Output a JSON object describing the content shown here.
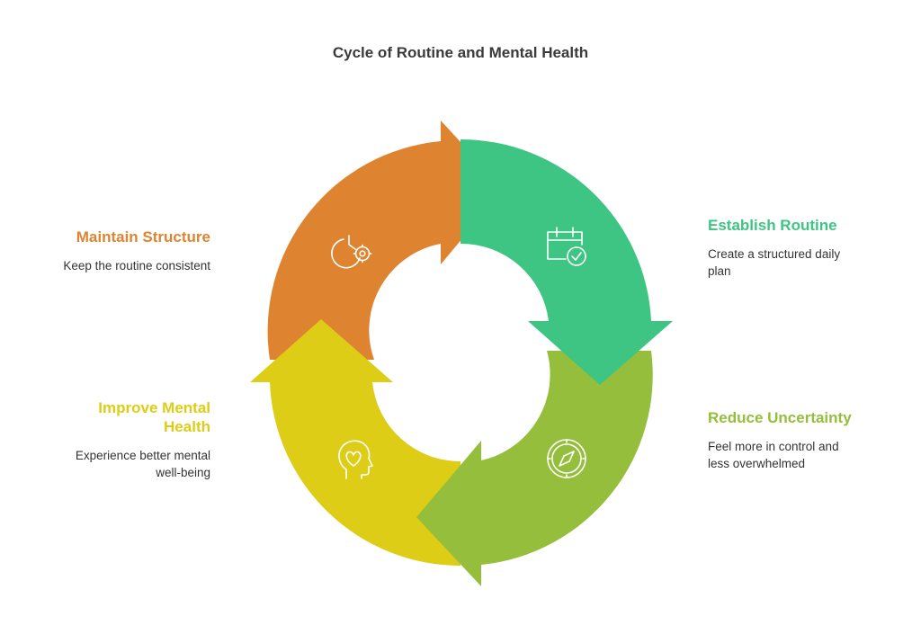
{
  "title": "Cycle of Routine and Mental Health",
  "colors": {
    "orange": "#DE8431",
    "green": "#3EC583",
    "lime": "#94BE3B",
    "yellow": "#DECD16",
    "icon_stroke": "#ffffff"
  },
  "steps": [
    {
      "id": "establish",
      "heading": "Establish Routine",
      "description": "Create a structured daily plan",
      "icon": "calendar-check-icon",
      "color": "#3EC583"
    },
    {
      "id": "reduce",
      "heading": "Reduce Uncertainty",
      "description": "Feel more in control and less overwhelmed",
      "icon": "compass-icon",
      "color": "#94BE3B"
    },
    {
      "id": "improve",
      "heading": "Improve Mental Health",
      "description": "Experience better mental well-being",
      "icon": "head-heart-icon",
      "color": "#DECD16"
    },
    {
      "id": "maintain",
      "heading": "Maintain Structure",
      "description": "Keep the routine consistent",
      "icon": "clock-gear-icon",
      "color": "#DE8431"
    }
  ]
}
